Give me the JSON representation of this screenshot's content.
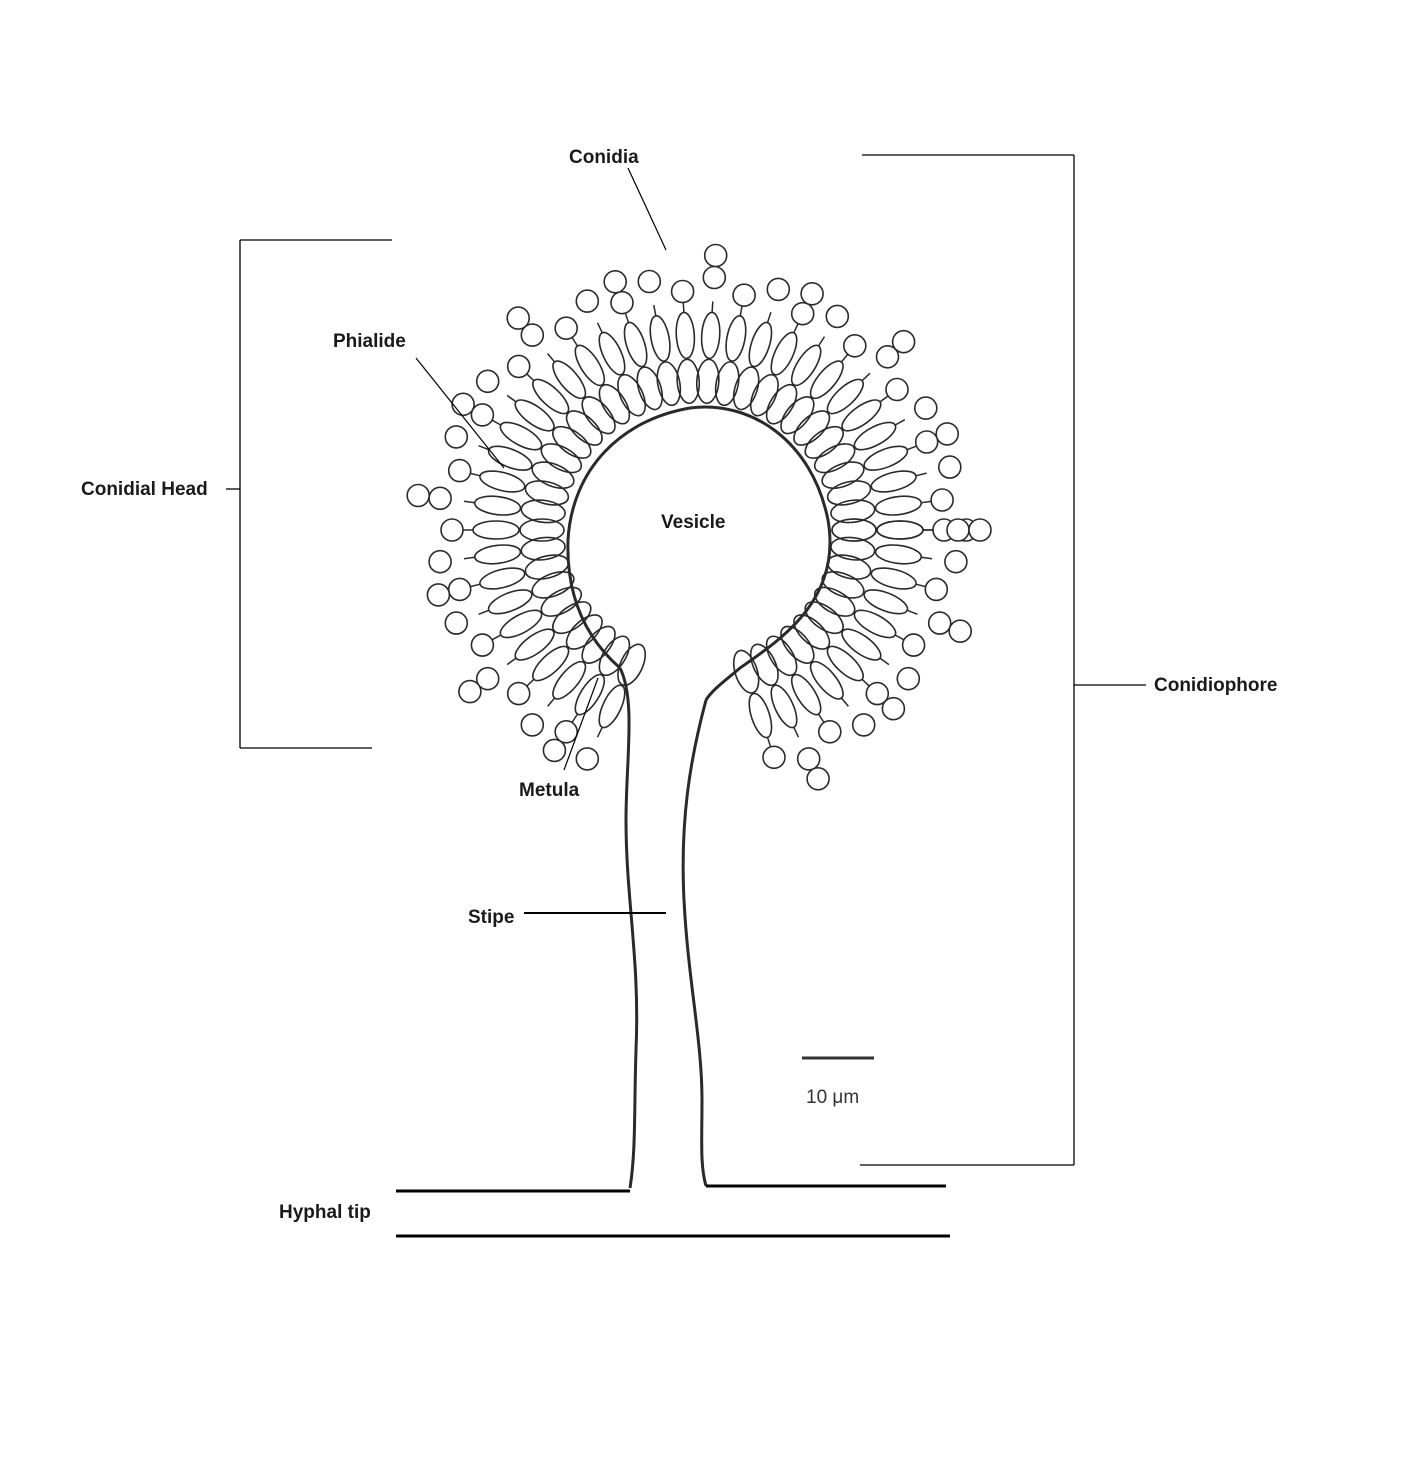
{
  "labels": {
    "conidia": "Conidia",
    "phialide": "Phialide",
    "conidial_head": "Conidial Head",
    "vesicle": "Vesicle",
    "conidiophore": "Conidiophore",
    "metula": "Metula",
    "stipe": "Stipe",
    "hyphal_tip": "Hyphal tip"
  },
  "scale_bar": {
    "label": "10 μm"
  },
  "colors": {
    "ink": "#2a2a2a",
    "text": "#1a1a1a",
    "background": "#ffffff"
  }
}
